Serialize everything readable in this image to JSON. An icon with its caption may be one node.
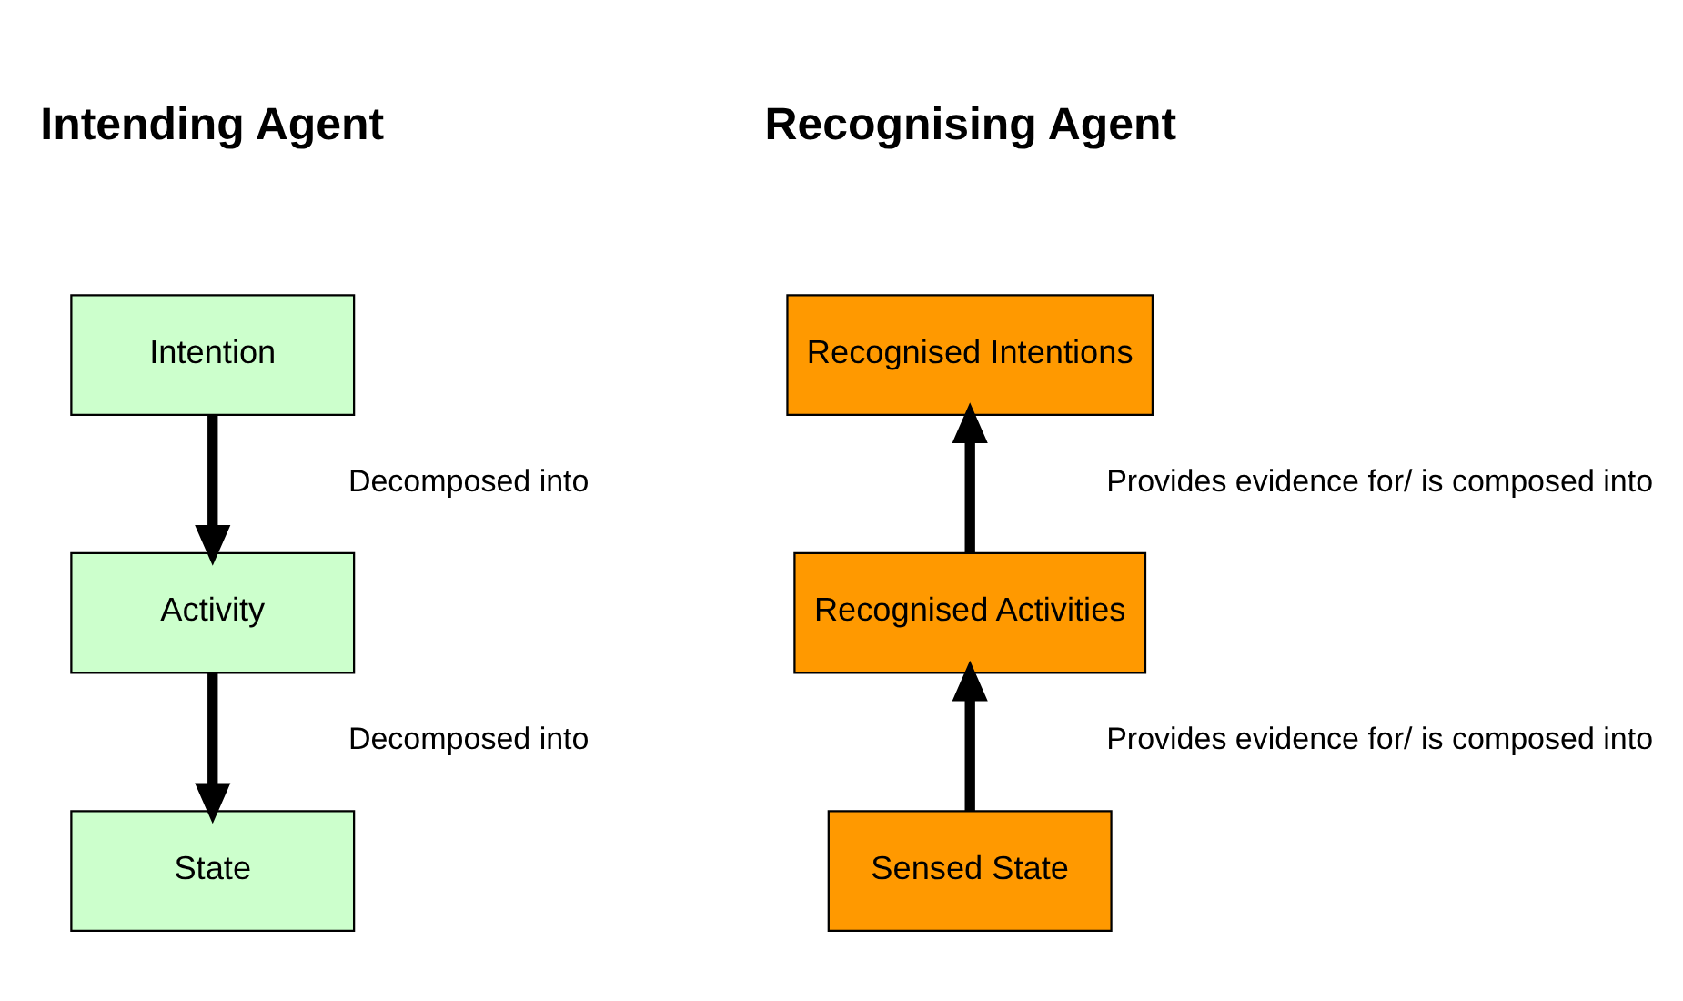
{
  "diagram": {
    "nodes": [
      {
        "text": [
          "Intention"
        ]
      },
      {
        "text": [
          "Activity"
        ]
      },
      {
        "text": [
          "State"
        ]
      },
      {
        "text": [
          "Recognised Intentions"
        ]
      },
      {
        "text": [
          "Recognised Activities"
        ]
      },
      {
        "text": [
          "Sensed State"
        ]
      }
    ],
    "edges": [
      {
        "from": 0,
        "to": 1,
        "arrow": "to",
        "label": "Decomposed into"
      },
      {
        "from": 1,
        "to": 2,
        "arrow": "to",
        "label": "Decomposed into"
      },
      {
        "from": 4,
        "to": 3,
        "arrow": "to",
        "label": "Provides evidence for/ is composed into"
      },
      {
        "from": 5,
        "to": 4,
        "arrow": "to",
        "label": "Provides evidence for/ is composed into"
      }
    ],
    "labels": [
      "Intending Agent",
      "Recognising Agent"
    ]
  }
}
